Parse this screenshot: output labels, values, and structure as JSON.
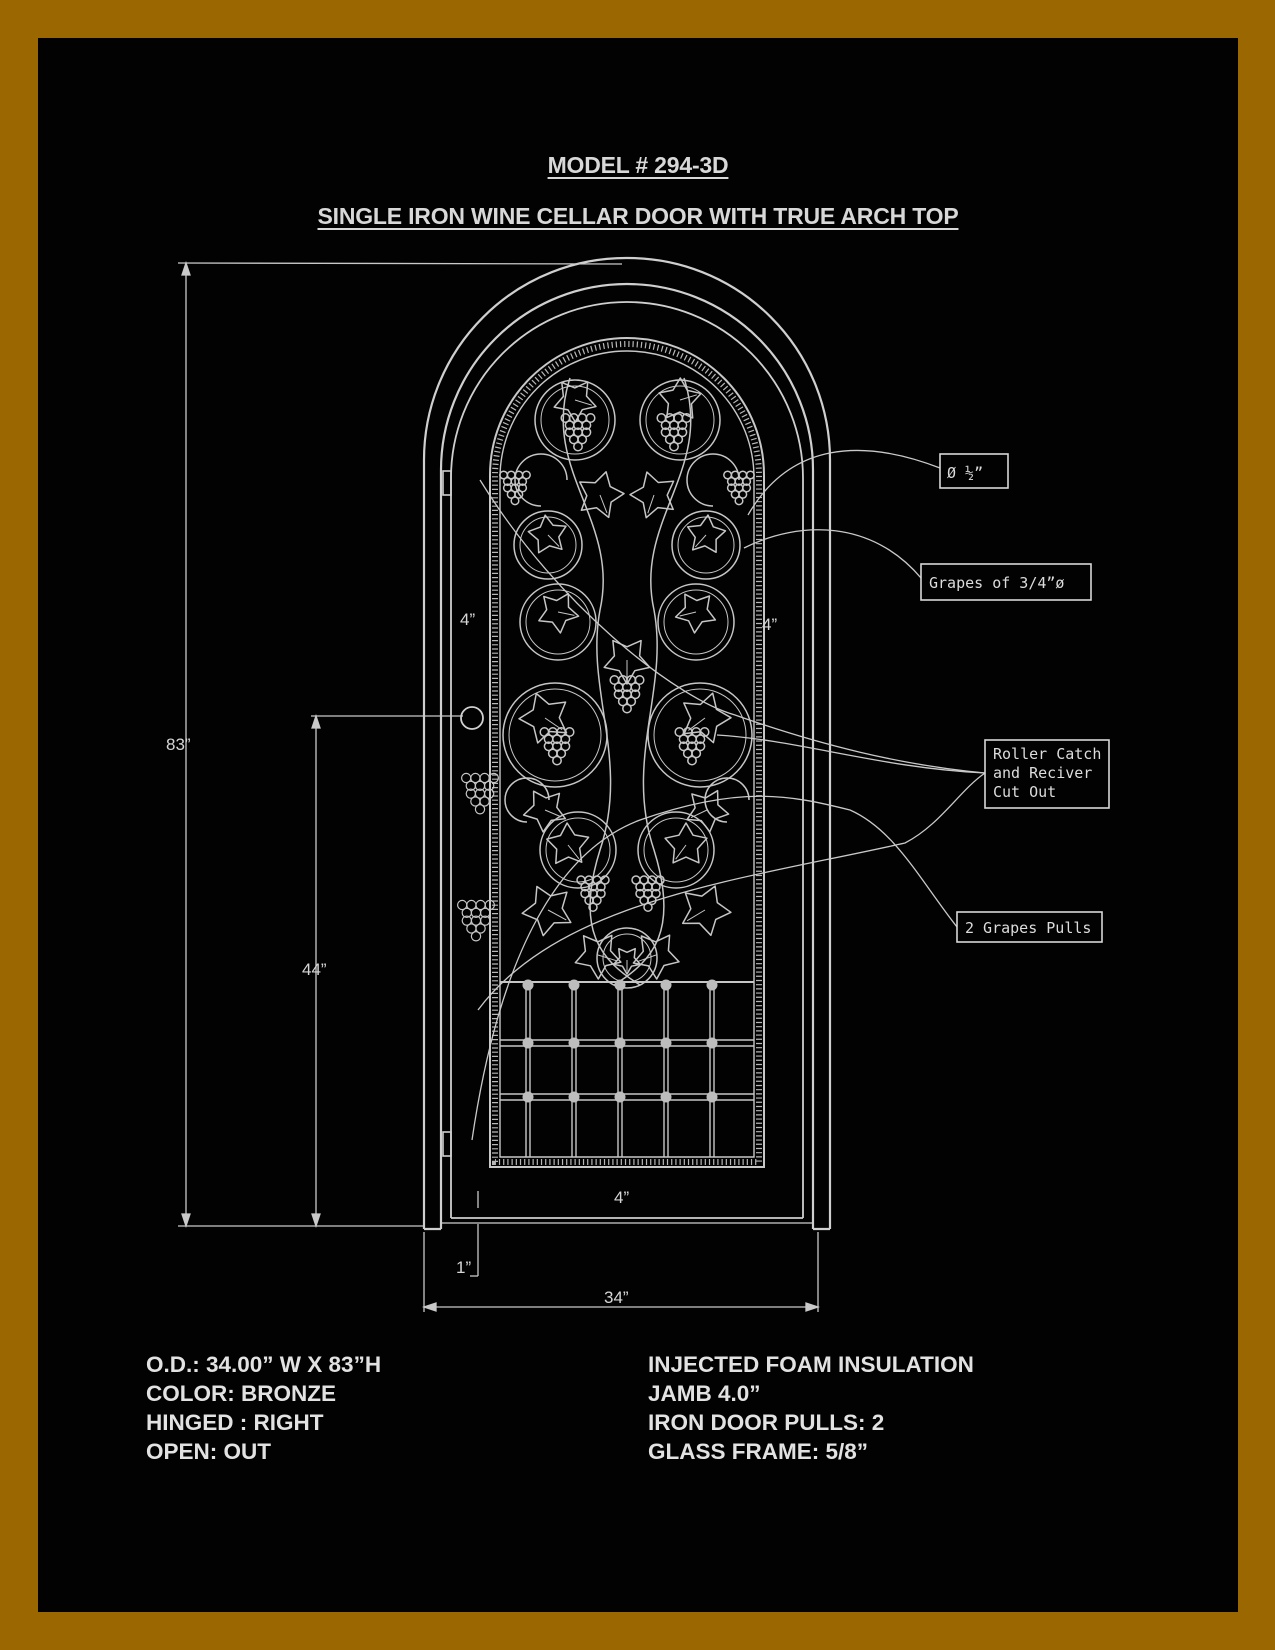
{
  "colors": {
    "frame": "#9b6700",
    "board": "#020202",
    "line": "#c9c9c9"
  },
  "header": {
    "model": "MODEL # 294-3D",
    "description": "SINGLE IRON WINE CELLAR DOOR WITH TRUE ARCH TOP"
  },
  "dimensions": {
    "overall_height": "83”",
    "handle_height": "44”",
    "side_left": "4”",
    "side_right": "4”",
    "bottom": "4”",
    "threshold": "1”",
    "width": "34”"
  },
  "callouts": {
    "bar_diameter": "Ø ½”",
    "grapes": "Grapes of 3/4”ø",
    "roller_catch": [
      "Roller Catch",
      "and Reciver",
      "Cut Out"
    ],
    "pulls": "2 Grapes Pulls"
  },
  "specs_left": [
    "O.D.: 34.00” W X 83”H",
    "COLOR: BRONZE",
    "HINGED : RIGHT",
    "OPEN: OUT"
  ],
  "specs_right": [
    "INJECTED FOAM INSULATION",
    "JAMB 4.0”",
    "IRON DOOR PULLS: 2",
    "GLASS FRAME: 5/8”"
  ]
}
